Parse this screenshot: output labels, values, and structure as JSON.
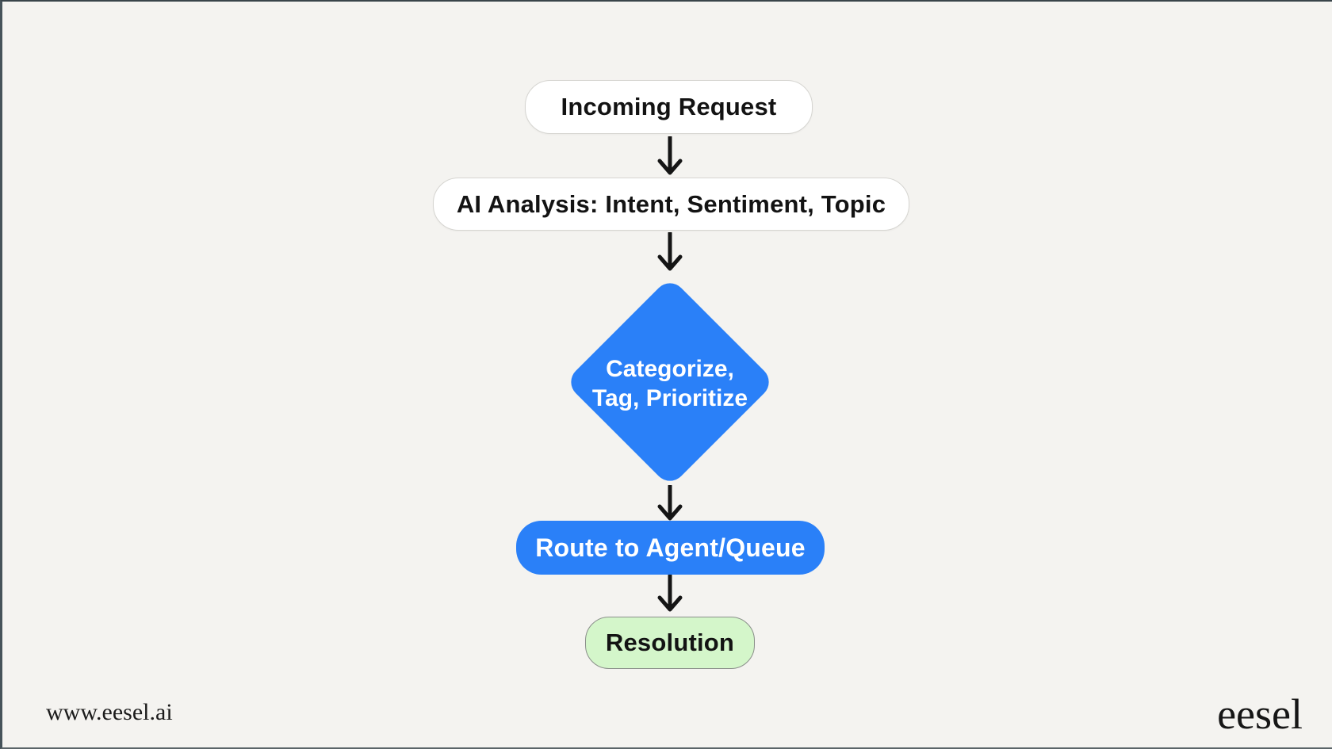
{
  "page": {
    "background_color": "#f4f3f0",
    "accent_blue": "#2a80f8",
    "accent_green": "#d4f6ca",
    "frame_border_color": "#46535a"
  },
  "flowchart": {
    "nodes": [
      {
        "id": "incoming",
        "type": "rounded-rect",
        "label": "Incoming Request",
        "fill": "#ffffff",
        "text_color": "#131313"
      },
      {
        "id": "analysis",
        "type": "rounded-rect",
        "label": "AI Analysis: Intent, Sentiment, Topic",
        "fill": "#ffffff",
        "text_color": "#131313"
      },
      {
        "id": "categorize",
        "type": "diamond",
        "label": "Categorize,\nTag, Prioritize",
        "fill": "#2a80f8",
        "text_color": "#ffffff"
      },
      {
        "id": "route",
        "type": "rounded-rect",
        "label": "Route to Agent/Queue",
        "fill": "#2a80f8",
        "text_color": "#ffffff"
      },
      {
        "id": "resolution",
        "type": "rounded-rect",
        "label": "Resolution",
        "fill": "#d4f6ca",
        "text_color": "#131313"
      }
    ],
    "edges": [
      {
        "from": "incoming",
        "to": "analysis",
        "style": "arrow-down"
      },
      {
        "from": "analysis",
        "to": "categorize",
        "style": "arrow-down"
      },
      {
        "from": "categorize",
        "to": "route",
        "style": "arrow-down"
      },
      {
        "from": "route",
        "to": "resolution",
        "style": "arrow-down"
      }
    ]
  },
  "footer": {
    "website": "www.eesel.ai",
    "brand": "eesel"
  }
}
